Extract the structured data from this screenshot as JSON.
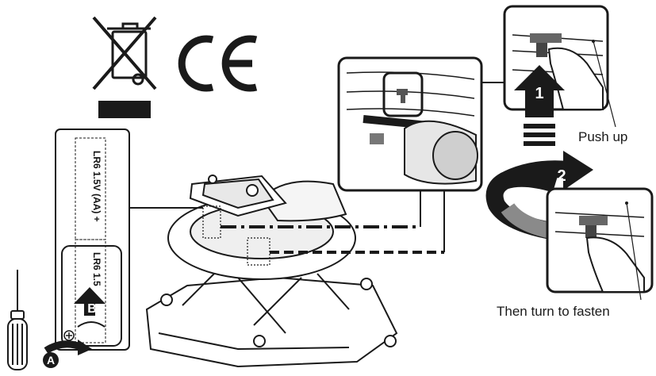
{
  "labels": {
    "push_up": "Push up",
    "turn_to_fasten": "Then turn to fasten"
  },
  "steps": {
    "step1": "1",
    "step2": "2",
    "stepA": "A",
    "stepB": "B"
  },
  "battery": {
    "top_cell": "LR6  1.5V (AA)  +",
    "bottom_cell": "LR6  1.5"
  },
  "marks": {
    "ce": "CE",
    "minus_terminal": "⊕"
  },
  "colors": {
    "line": "#1a1a1a",
    "arrow_fill": "#1a1a1a",
    "gray_band": "#8a8a8a",
    "light_gray": "#d9d9d9"
  },
  "icons": [
    "weee-crossed-bin-icon",
    "ce-mark-icon",
    "screwdriver-icon",
    "up-arrow-icon",
    "curved-arrow-icon"
  ]
}
